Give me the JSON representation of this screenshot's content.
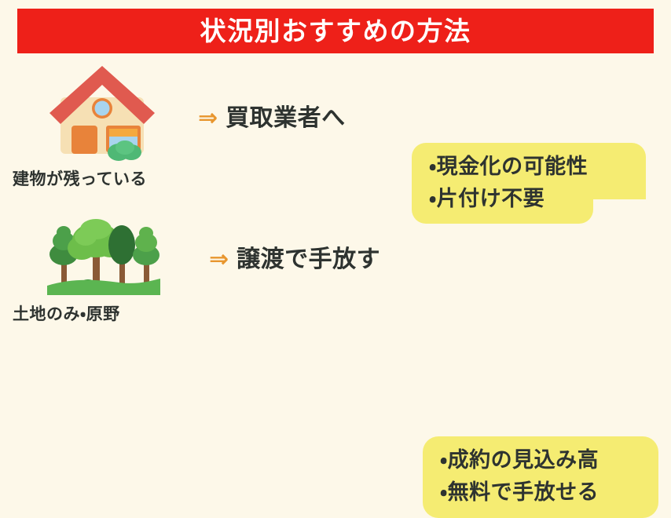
{
  "banner": {
    "title": "状況別おすすめの方法",
    "background_color": "#EE2019",
    "text_color": "#FFFFFF"
  },
  "page": {
    "background_color": "#FDF8E9",
    "text_color": "#2E3330",
    "accent_color": "#E8962E",
    "highlight_color": "#F5EC72"
  },
  "rows": [
    {
      "id": "building",
      "icon_name": "house-icon",
      "caption": "建物が残っている",
      "arrow": "⇒",
      "action": "買取業者へ",
      "benefits": [
        "・現金化の可能性",
        "・片付け不要"
      ]
    },
    {
      "id": "land",
      "icon_name": "trees-icon",
      "caption": "土地のみ・原野",
      "arrow": "⇒",
      "action": "譲渡で手放す",
      "benefits": [
        "・成約の見込み高",
        "・無料で手放せる"
      ]
    }
  ]
}
